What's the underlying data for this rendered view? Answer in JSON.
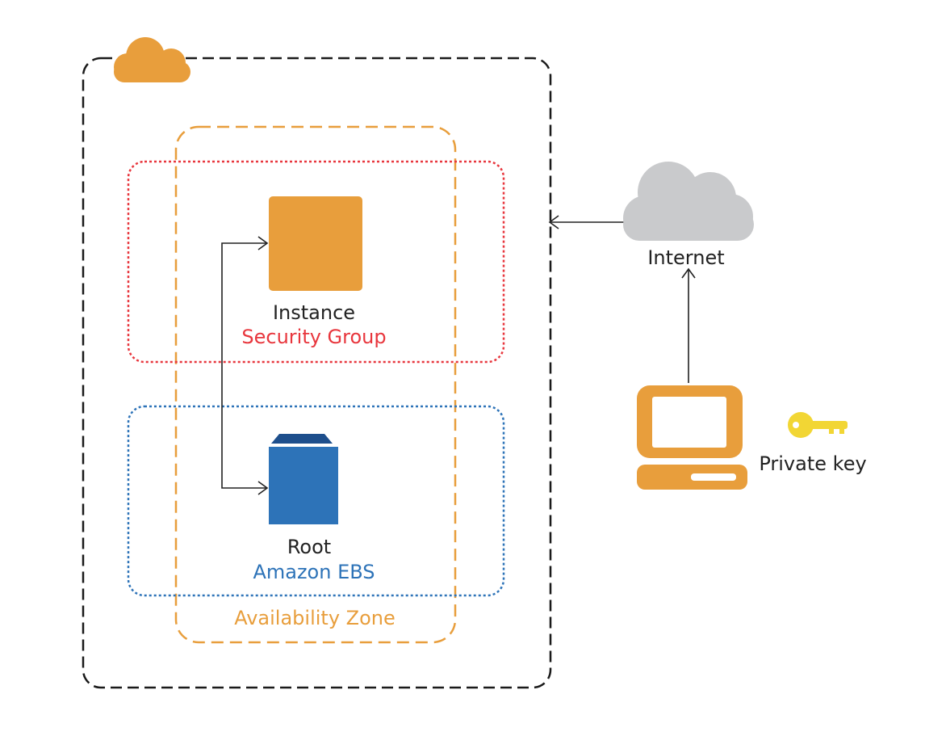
{
  "instance": {
    "label": "Instance"
  },
  "security_group": {
    "label": "Security Group"
  },
  "root_volume": {
    "label": "Root"
  },
  "ebs": {
    "label": "Amazon EBS"
  },
  "availability_zone": {
    "label": "Availability Zone"
  },
  "internet": {
    "label": "Internet"
  },
  "private_key": {
    "label": "Private key"
  },
  "icons": {
    "aws_cloud": "cloud-icon",
    "internet": "internet-cloud-icon",
    "instance": "ec2-instance-icon",
    "ebs": "ebs-volume-icon",
    "computer": "computer-icon",
    "key": "key-icon"
  },
  "colors": {
    "aws_orange": "#e89e3c",
    "security_red": "#e8363d",
    "ebs_blue": "#2d73b8",
    "ebs_blue_dark": "#1e4f8c",
    "cloud_gray": "#c9cacc",
    "key_yellow": "#f2d634",
    "border_black": "#1a1a1a"
  }
}
